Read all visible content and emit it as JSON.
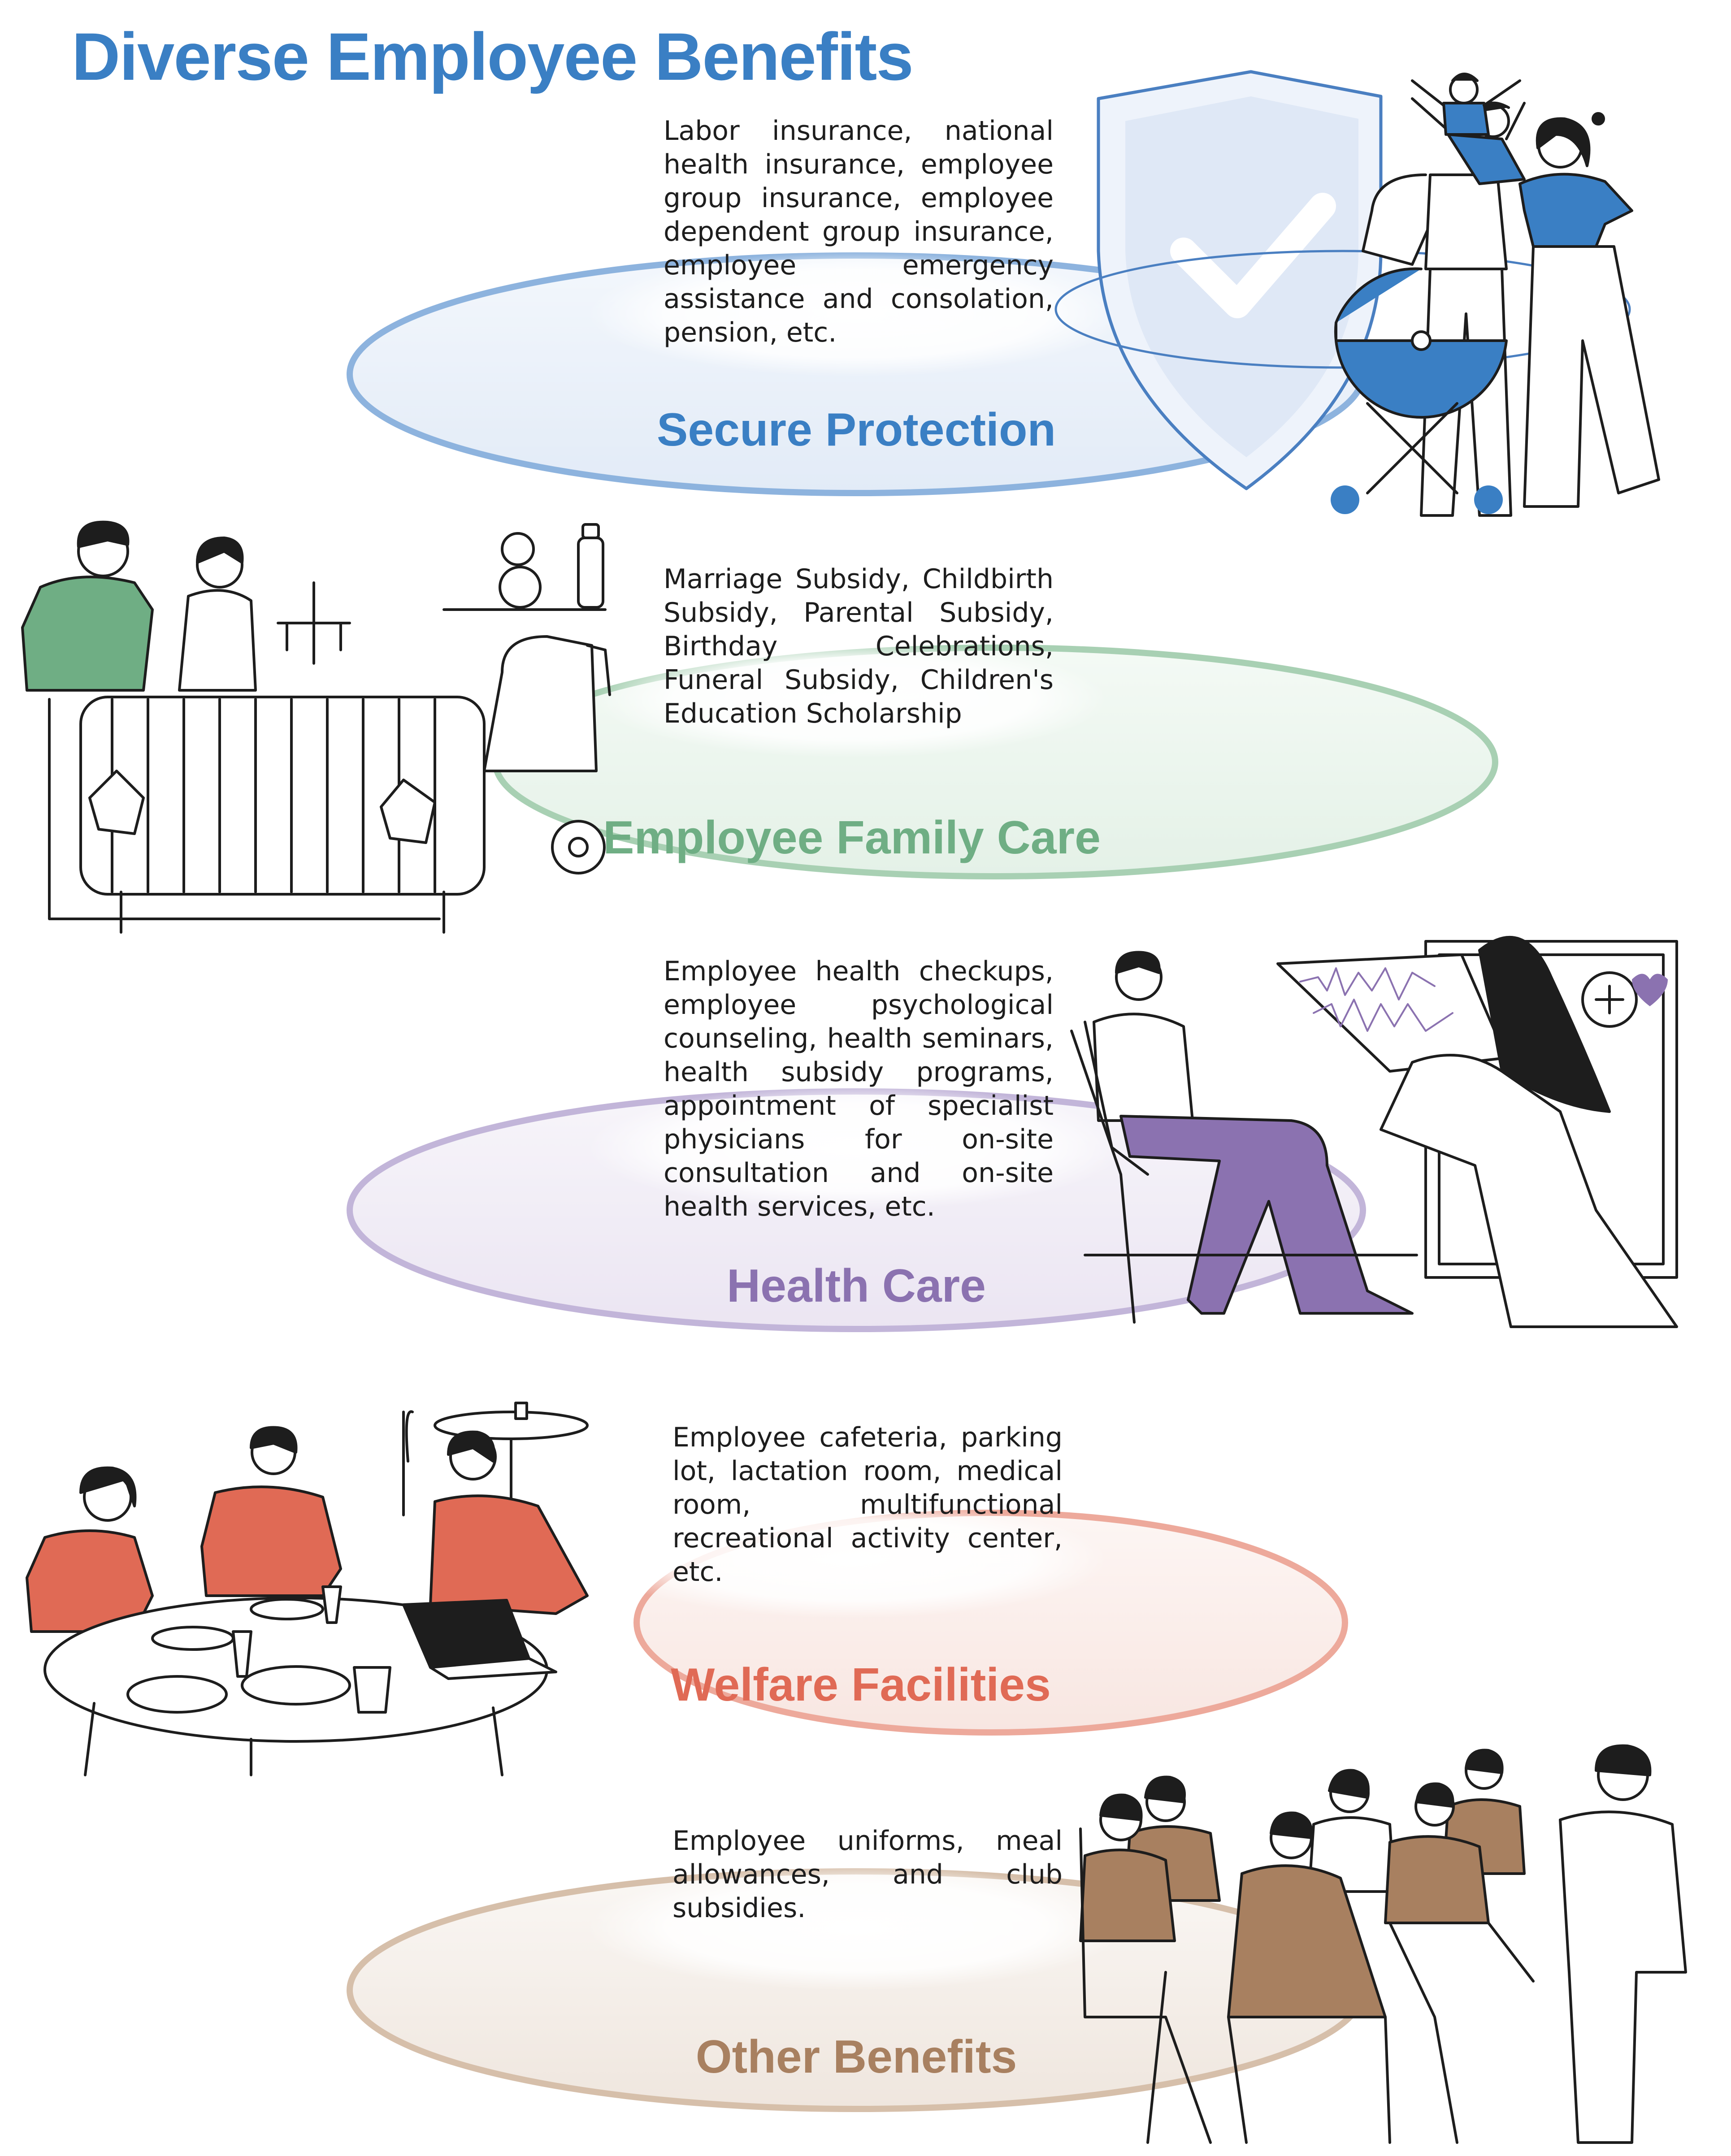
{
  "title": "Diverse Employee Benefits",
  "colors": {
    "title": "#3a7fc4",
    "secure": "#3a7fc4",
    "family": "#6fae84",
    "health": "#8b72b0",
    "welfare": "#e06a55",
    "other": "#a88060",
    "ink": "#1d1d1d"
  },
  "sections": [
    {
      "id": "secure",
      "heading": "Secure Protection",
      "description": "Labor insurance, national health insurance, employee group insurance, employee dependent group insurance, employee emergency assistance and consolation, pension, etc.",
      "illustration_icon": "family-shield-stroller-icon"
    },
    {
      "id": "family",
      "heading": "Employee Family Care",
      "description": "Marriage Subsidy, Childbirth Subsidy, Parental Subsidy, Birthday Celebrations, Funeral Subsidy, Children's Education Scholarship",
      "illustration_icon": "parents-crib-icon"
    },
    {
      "id": "health",
      "heading": "Health Care",
      "description": "Employee health checkups, employee psychological counseling, health seminars, health subsidy programs, appointment of specialist physicians for on-site consultation and on-site health services, etc.",
      "illustration_icon": "doctor-patient-icon"
    },
    {
      "id": "welfare",
      "heading": "Welfare Facilities",
      "description": "Employee cafeteria, parking lot, lactation room, medical room, multifunctional recreational activity center, etc.",
      "illustration_icon": "cafeteria-table-icon"
    },
    {
      "id": "other",
      "heading": "Other Benefits",
      "description": "Employee uniforms, meal allowances, and club subsidies.",
      "illustration_icon": "applauding-staff-icon"
    }
  ]
}
